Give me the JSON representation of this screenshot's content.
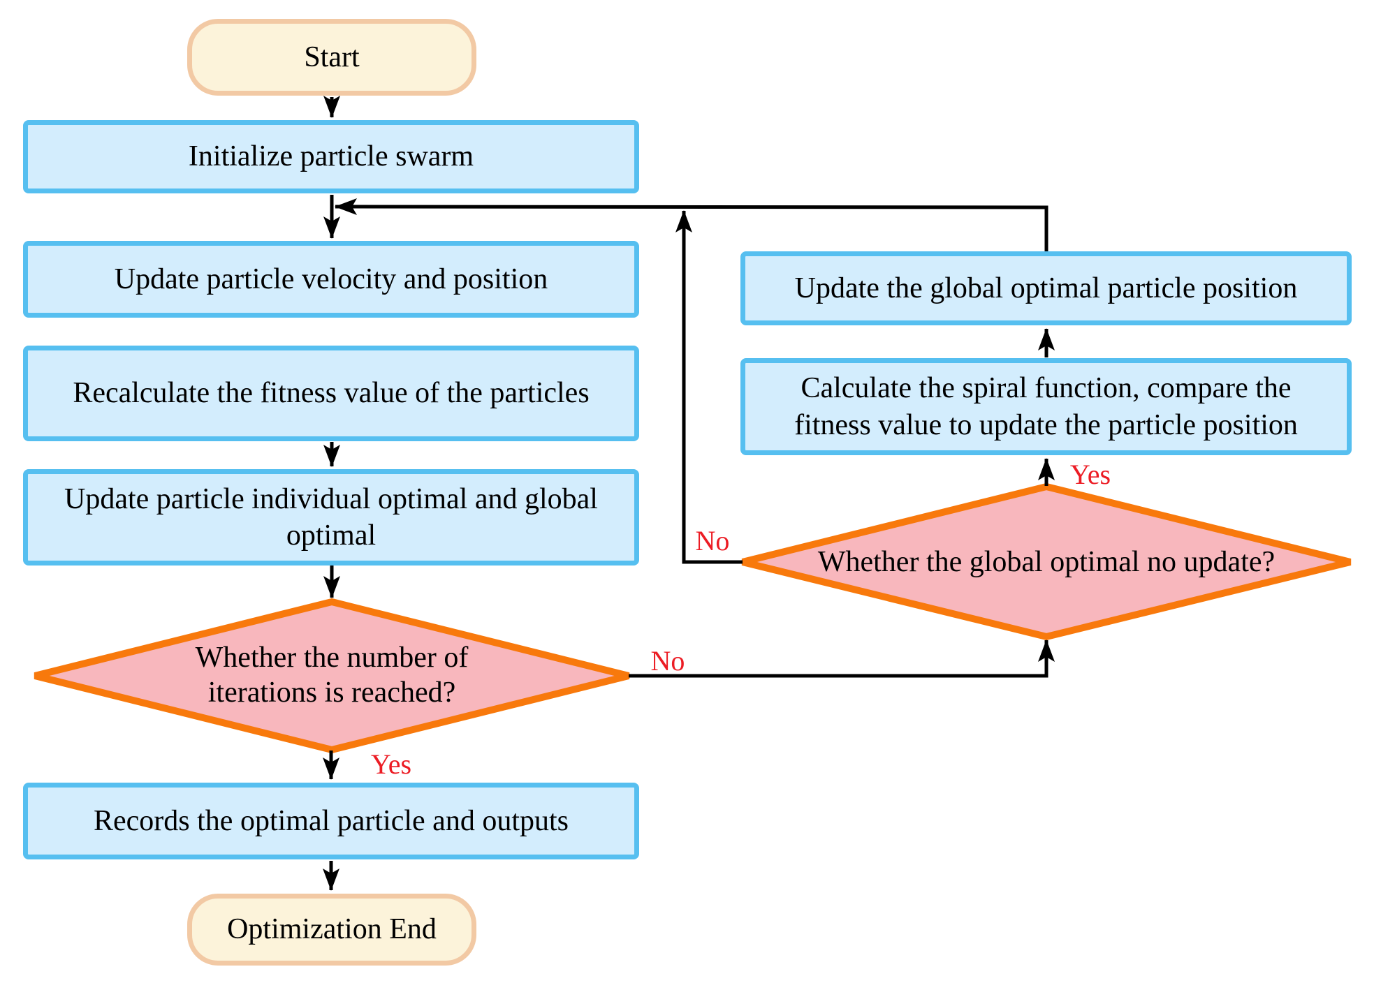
{
  "nodes": {
    "start": {
      "label": "Start"
    },
    "initialize": {
      "label": "Initialize particle swarm"
    },
    "update_velocity": {
      "label": "Update particle velocity and position"
    },
    "recalculate_fitness": {
      "label": "Recalculate the fitness value of the particles"
    },
    "update_optimal": {
      "label": "Update particle individual optimal and global\noptimal"
    },
    "iterations_decision": {
      "label": "Whether the number of\niterations is reached?"
    },
    "records_outputs": {
      "label": "Records the optimal particle and outputs"
    },
    "optimization_end": {
      "label": "Optimization End"
    },
    "update_global_optimal": {
      "label": "Update the global optimal particle position"
    },
    "spiral_function": {
      "label": "Calculate the spiral function, compare the\nfitness value to update the particle position"
    },
    "no_update_decision": {
      "label": "Whether the global optimal no update?"
    }
  },
  "edge_labels": {
    "iterations_yes": "Yes",
    "iterations_no": "No",
    "no_update_yes": "Yes",
    "no_update_no": "No"
  },
  "colors": {
    "process_fill": "#D3EDFD",
    "process_border": "#56BFF0",
    "decision_fill": "#F8B7BD",
    "decision_border": "#F8790C",
    "terminal_fill": "#FCF3DA",
    "terminal_border": "#F2C9A4",
    "edge_label_text": "#EC1C24",
    "connector_line": "#000000",
    "text": "#000000"
  }
}
